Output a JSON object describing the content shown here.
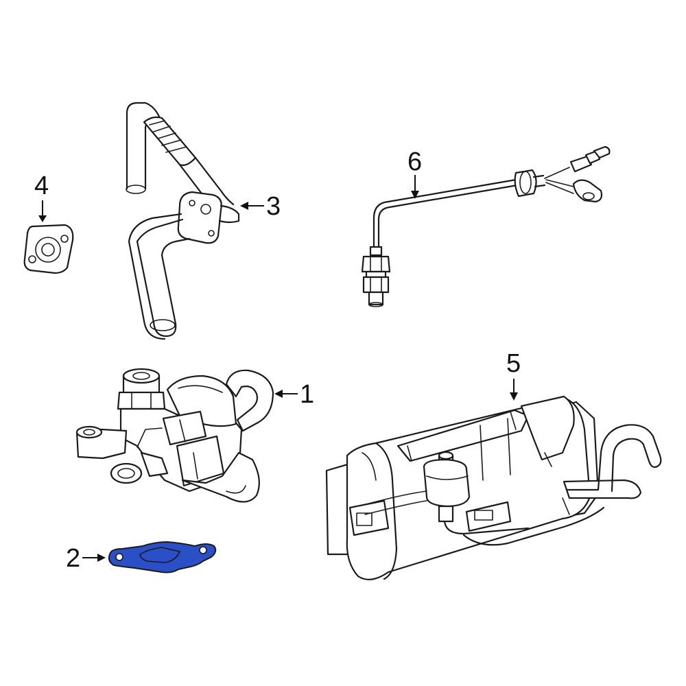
{
  "diagram": {
    "callouts": {
      "c1": "1",
      "c2": "2",
      "c3": "3",
      "c4": "4",
      "c5": "5",
      "c6": "6"
    },
    "highlight_color": "#2b4fc6"
  }
}
